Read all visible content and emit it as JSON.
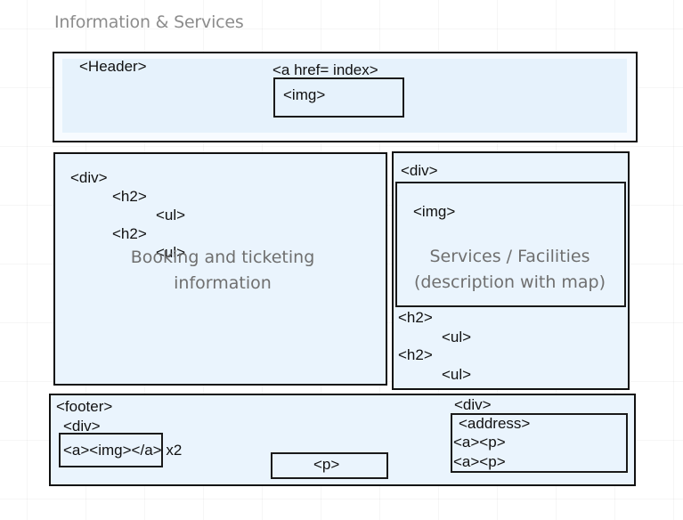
{
  "title": "Information & Services",
  "header": {
    "label": "<Header>",
    "link_label": "<a href= index>",
    "img_label": "<img>"
  },
  "booking": {
    "div_label": "<div>",
    "h2_a": "<h2>",
    "ul_a": "<ul>",
    "h2_b": "<h2>",
    "ul_b": "<ul>",
    "center_line1": "Booking and ticketing",
    "center_line2": "information"
  },
  "services": {
    "div_label": "<div>",
    "img_label": "<img>",
    "center_line1": "Services / Facilities",
    "center_line2": "(description with map)",
    "h2_a": "<h2>",
    "ul_a": "<ul>",
    "h2_b": "<h2>",
    "ul_b": "<ul>"
  },
  "footer": {
    "label": "<footer>",
    "div_label": "<div>",
    "links_label": "<a><img></a> x2",
    "p_label": "<p>",
    "right_div_label": "<div>",
    "address_label": "<address>",
    "ap_1": "<a><p>",
    "ap_2": "<a><p>"
  }
}
